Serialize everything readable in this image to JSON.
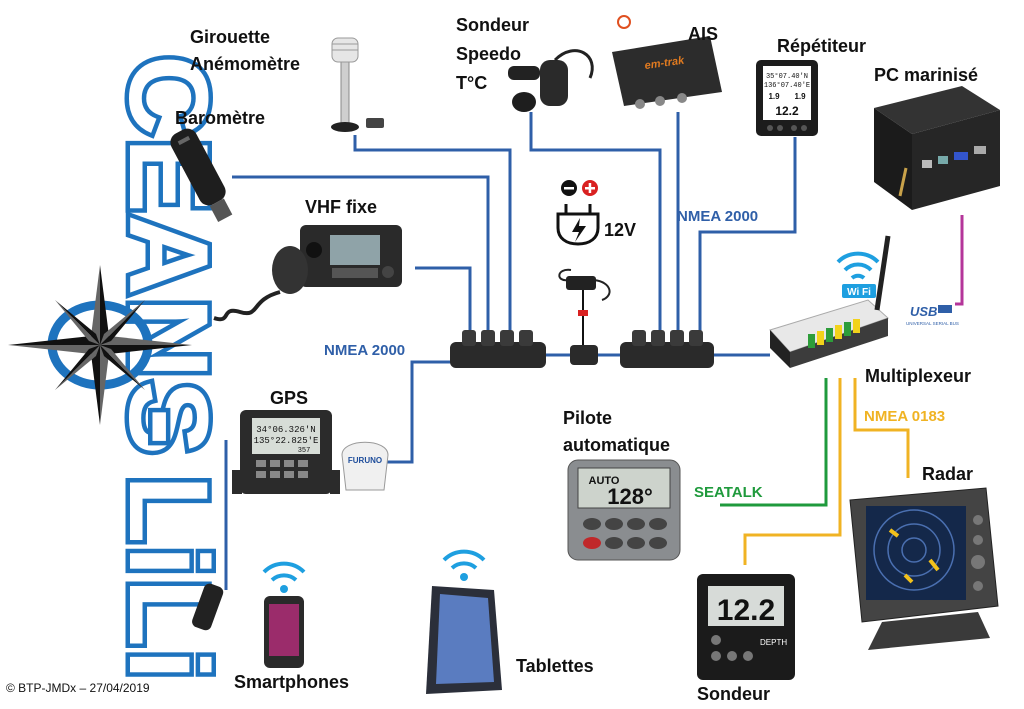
{
  "brand": {
    "word_part1": "LiLi",
    "word_part2": "CEANS"
  },
  "labels": {
    "girouette": "Girouette",
    "anemometre": "Anémomètre",
    "barometre": "Baromètre",
    "sondeur_top": "Sondeur",
    "speedo": "Speedo",
    "temperature": "T°C",
    "ais": "AIS",
    "repetiteur": "Répétiteur",
    "pc_marinise": "PC marinisé",
    "vhf_fixe": "VHF fixe",
    "power_12v": "12V",
    "gps": "GPS",
    "pilote_line1": "Pilote",
    "pilote_line2": "automatique",
    "multiplexeur": "Multiplexeur",
    "radar": "Radar",
    "smartphones": "Smartphones",
    "tablettes": "Tablettes",
    "sondeur_bottom": "Sondeur"
  },
  "networks": {
    "nmea2000_left": "NMEA 2000",
    "nmea2000_right": "NMEA 2000",
    "nmea0183": "NMEA 0183",
    "seatalk": "SEATALK",
    "usb": "USB",
    "usb_sub": "UNIVERSAL SERIAL BUS",
    "wifi": "Wi Fi"
  },
  "colors": {
    "nmea2000": "#2f5fa8",
    "nmea0183": "#f0b323",
    "seatalk": "#1f9a3c",
    "usb": "#b4359a",
    "brand_blue": "#1e73be"
  },
  "devices": {
    "ais_brand": "em-trak",
    "gps_brand": "FURUNO",
    "gps_lat": "34°06.326'N",
    "gps_lon": "135°22.825'E",
    "gps_heading": "357",
    "repeater_lat": "35°07.40'N",
    "repeater_lon": "136°07.40'E",
    "repeater_val1": "1.9",
    "repeater_val2": "1.9",
    "repeater_big": "12.2",
    "pilot_mode": "AUTO",
    "pilot_heading": "128°",
    "depth_value": "12.2",
    "depth_label": "DEPTH"
  },
  "footer": {
    "copyright": "© BTP-JMDx – 27/04/2019"
  }
}
